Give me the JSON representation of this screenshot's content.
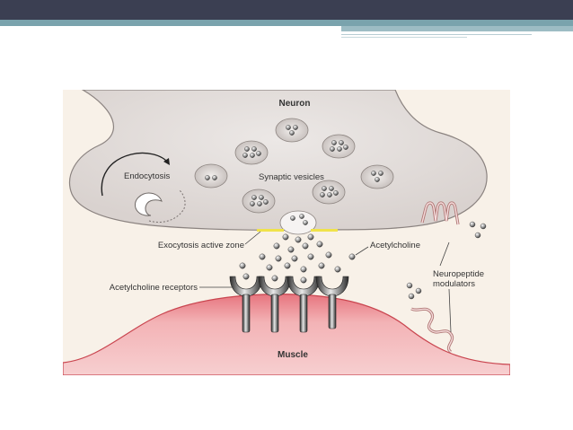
{
  "slide": {
    "accent_colors": {
      "bar": "#3b3f52",
      "teal": "#7aa3ad"
    }
  },
  "diagram": {
    "labels": {
      "neuron": "Neuron",
      "endocytosis": "Endocytosis",
      "synaptic_vesicles": "Synaptic vesicles",
      "exocytosis": "Exocytosis active zone",
      "acetylcholine": "Acetylcholine",
      "receptors": "Acetylcholine receptors",
      "neuropeptide_line1": "Neuropeptide",
      "neuropeptide_line2": "modulators",
      "muscle": "Muscle"
    },
    "colors": {
      "background": "#f8f1e8",
      "neuron_fill": "#e5dfdc",
      "muscle_fill": "#f3b3b6",
      "active_zone": "#f0e34a"
    }
  }
}
